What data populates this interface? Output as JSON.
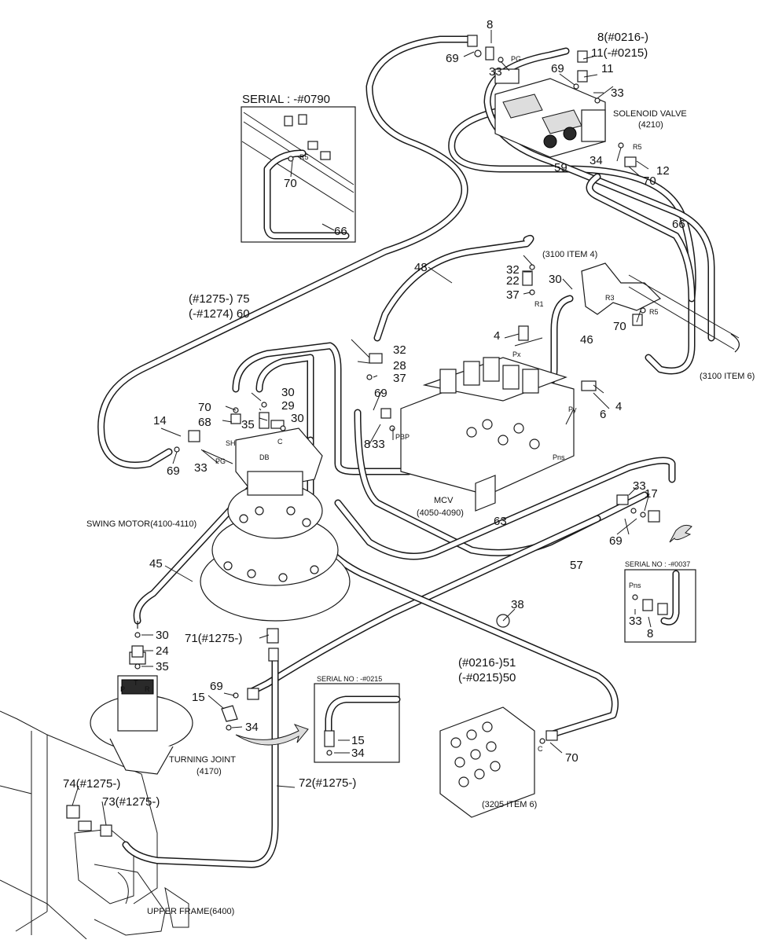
{
  "labels": {
    "n8_top": "8",
    "n69_top": "69",
    "n33_top": "33",
    "pg_top": "PG",
    "n8_serial": "8(#0216-)",
    "n11_serial": "11(-#0215)",
    "n69_sv": "69",
    "n11_sv": "11",
    "n33_sv": "33",
    "solenoid_valve": "SOLENOID VALVE",
    "solenoid_code": "(4210)",
    "n34_sv": "34",
    "n12": "12",
    "n70_sv": "70",
    "n59": "59",
    "n66_right": "66",
    "item4": "(3100 ITEM 4)",
    "n32_top": "32",
    "n22": "22",
    "n37_top": "37",
    "r1": "R1",
    "n48": "48",
    "n30_mid": "30",
    "r3": "R3",
    "n70_mid": "70",
    "r5_mid": "R5",
    "n4_top": "4",
    "px": "Px",
    "n46": "46",
    "item6": "(3100 ITEM 6)",
    "n75": "(#1275-) 75",
    "n60": "(-#1274) 60",
    "n32_mid": "32",
    "n28": "28",
    "n37_mid": "37",
    "n30_sm": "30",
    "n29": "29",
    "n30_sm2": "30",
    "n70_sm": "70",
    "n68": "68",
    "n35_sm": "35",
    "db": "DB",
    "c_sm": "C",
    "sh": "SH",
    "pg_sm": "PG",
    "n14": "14",
    "n69_sm": "69",
    "n33_sm": "33",
    "n69_mcv": "69",
    "n8_mcv": "8",
    "n33_mcv": "33",
    "pbp": "PBP",
    "py": "Py",
    "n6": "6",
    "n4_right": "4",
    "pns": "Pns",
    "mcv": "MCV",
    "mcv_code": "(4050-4090)",
    "swing_motor": "SWING MOTOR(4100-4110)",
    "n33_r": "33",
    "n17": "17",
    "n69_r": "69",
    "n63": "63",
    "n57": "57",
    "n45": "45",
    "n30_tj": "30",
    "n24": "24",
    "n35_tj": "35",
    "n71": "71(#1275-)",
    "n38": "38",
    "n51": "(#0216-)51",
    "n50": "(-#0215)50",
    "n69_tj": "69",
    "n15": "15",
    "n34": "34",
    "turning_joint": "TURNING JOINT",
    "turning_code": "(4170)",
    "n74": "74(#1275-)",
    "n73": "73(#1275-)",
    "n72": "72(#1275-)",
    "n70_bot": "70",
    "c_bot": "C",
    "item3205": "(3205 ITEM 6)",
    "upper_frame": "UPPER FRAME(6400)",
    "tj_p": "P",
    "tj_r": "R",
    "r5_sv": "R5",
    "t_label": "T"
  },
  "insets": {
    "serial_0790": {
      "title": "SERIAL : -#0790",
      "n70": "70",
      "n66": "66",
      "r5": "R5"
    },
    "serial_0215": {
      "title": "SERIAL NO : -#0215",
      "n15": "15",
      "n34": "34"
    },
    "serial_0037": {
      "title": "SERIAL NO : -#0037",
      "pns": "Pns",
      "n33": "33",
      "n8": "8"
    }
  }
}
